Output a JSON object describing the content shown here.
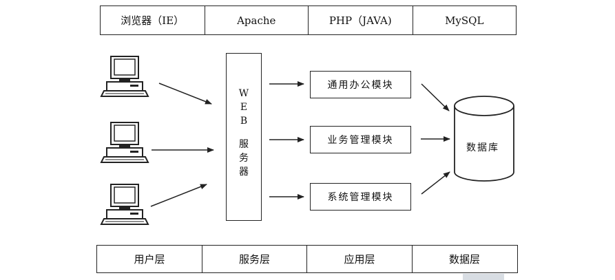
{
  "top_layers": [
    "浏览器（IE）",
    "Apache",
    "PHP（JAVA)",
    "MySQL"
  ],
  "bottom_layers": [
    "用户层",
    "服务层",
    "应用层",
    "数据层"
  ],
  "web_server": {
    "lines": [
      "W",
      "E",
      "B",
      "",
      "服",
      "务",
      "器"
    ]
  },
  "modules": {
    "office": "通用办公模块",
    "business": "业务管理模块",
    "system": "系统管理模块"
  },
  "database": {
    "label": "数据库"
  },
  "clients": {
    "count": 3,
    "icon": "computer-icon"
  },
  "colors": {
    "line": "#222222",
    "background": "#ffffff"
  }
}
